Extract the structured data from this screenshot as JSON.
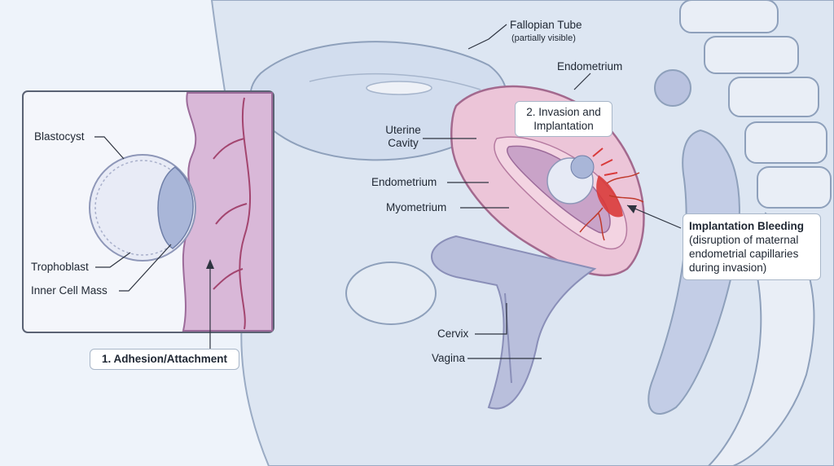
{
  "labels": {
    "fallopian_tube": "Fallopian Tube",
    "fallopian_note": "(partially visible)",
    "endometrium_top": "Endometrium",
    "invasion_line1": "2. Invasion and",
    "invasion_line2": "Implantation",
    "uterine_line1": "Uterine",
    "uterine_line2": "Cavity",
    "endometrium_mid": "Endometrium",
    "myometrium": "Myometrium",
    "bleeding_title": "Implantation Bleeding",
    "bleeding_line1": "(disruption of maternal",
    "bleeding_line2": "endometrial capillaries",
    "bleeding_line3": "during invasion)",
    "cervix": "Cervix",
    "vagina": "Vagina",
    "blastocyst": "Blastocyst",
    "trophoblast": "Trophoblast",
    "inner_cell_mass": "Inner Cell Mass",
    "adhesion": "1. Adhesion/Attachment"
  },
  "colors": {
    "background": "#eef3fa",
    "body_fill": "#d8e3f1",
    "outline": "#8a9cb8",
    "uterus_pink": "#ecc5d8",
    "uterus_outline": "#a3698e",
    "cavity": "#c9a3c8",
    "bleeding_red": "#d93a3a",
    "blastocyst": "#e6eaf5",
    "icm": "#a9b6d8"
  }
}
